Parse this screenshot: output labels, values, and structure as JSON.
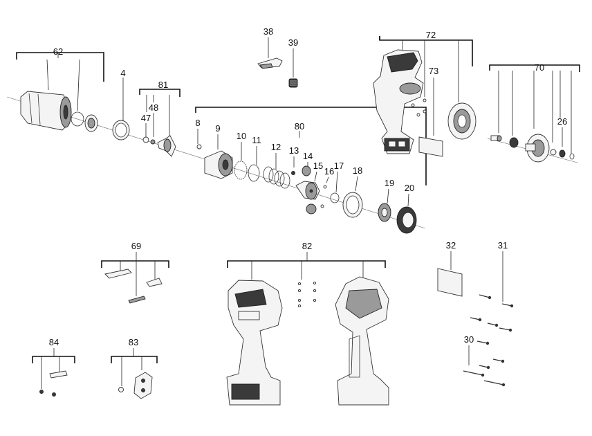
{
  "diagram": {
    "labels": {
      "n62": "62",
      "n4": "4",
      "n81": "81",
      "n47": "47",
      "n48": "48",
      "n8": "8",
      "n9": "9",
      "n10": "10",
      "n11": "11",
      "n12": "12",
      "n13": "13",
      "n14": "14",
      "n15": "15",
      "n16": "16",
      "n17": "17",
      "n18": "18",
      "n19": "19",
      "n20": "20",
      "n80": "80",
      "n38": "38",
      "n39": "39",
      "n72": "72",
      "n73": "73",
      "n70": "70",
      "n26": "26",
      "n69": "69",
      "n82": "82",
      "n32": "32",
      "n31": "31",
      "n30": "30",
      "n84": "84",
      "n83": "83"
    }
  }
}
